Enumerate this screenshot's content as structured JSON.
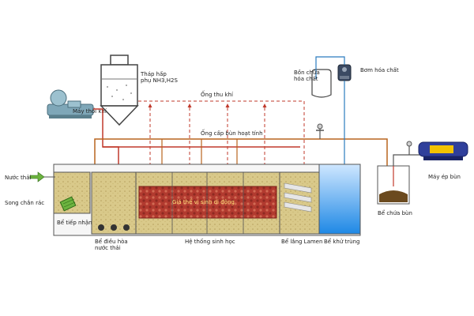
{
  "labels": {
    "tower": "Tháp hấp\nphụ NH3,H2S",
    "blower": "Máy thổi khí",
    "gas_pipe": "Ống thu khí",
    "sludge_pipe": "Ống cấp bùn hoạt tính",
    "chem_tank": "Bồn chứa\nhóa chất",
    "chem_pump": "Bơm hóa chất",
    "inlet": "Nước thải",
    "screen": "Song chắn rác",
    "receiving_tank": "Bể tiếp nhận",
    "equalization_tank": "Bể điều hòa\nnước thải",
    "bio_system": "Hệ thống sinh học",
    "lamella_tank": "Bể lắng Lamen",
    "disinfection_tank": "Bể khử trùng",
    "sludge_tank": "Bể chứa bùn",
    "press": "Máy ép bùn",
    "bio_media": "Giá thể vi sinh di động"
  },
  "colors": {
    "wastewater": "#d9c98a",
    "media": "#b23a2f",
    "gas_pipe": "#c0392b",
    "sludge_pipe": "#b9651f",
    "clean_water": "#1e88e5",
    "chem_line": "#2b7bbf",
    "blower": "#7fa7b8",
    "press": "#2f3f9b",
    "press_accent": "#f2c200"
  },
  "icons": {
    "blower": "air-blower-icon",
    "tower": "adsorption-tower-icon",
    "pump": "dosing-pump-icon",
    "press": "screw-press-icon",
    "arrow": "inlet-arrow-icon",
    "valve": "valve-icon"
  }
}
